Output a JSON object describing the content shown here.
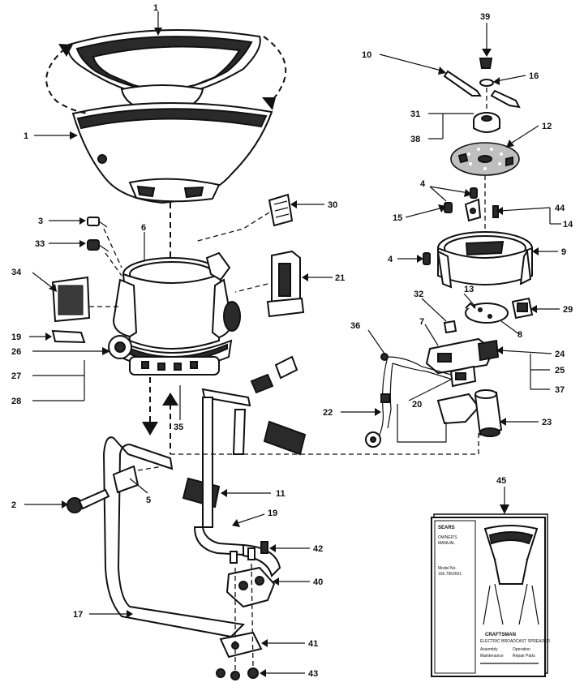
{
  "callouts": [
    {
      "id": "c1a",
      "text": "1"
    },
    {
      "id": "c1b",
      "text": "1"
    },
    {
      "id": "c3",
      "text": "3"
    },
    {
      "id": "c33",
      "text": "33"
    },
    {
      "id": "c34",
      "text": "34"
    },
    {
      "id": "c6",
      "text": "6"
    },
    {
      "id": "c30",
      "text": "30"
    },
    {
      "id": "c21",
      "text": "21"
    },
    {
      "id": "c19a",
      "text": "19"
    },
    {
      "id": "c26",
      "text": "26"
    },
    {
      "id": "c27",
      "text": "27"
    },
    {
      "id": "c28",
      "text": "28"
    },
    {
      "id": "c35",
      "text": "35"
    },
    {
      "id": "c2",
      "text": "2"
    },
    {
      "id": "c5",
      "text": "5"
    },
    {
      "id": "c11",
      "text": "11"
    },
    {
      "id": "c19b",
      "text": "19"
    },
    {
      "id": "c42",
      "text": "42"
    },
    {
      "id": "c40",
      "text": "40"
    },
    {
      "id": "c17",
      "text": "17"
    },
    {
      "id": "c41",
      "text": "41"
    },
    {
      "id": "c43",
      "text": "43"
    },
    {
      "id": "c39",
      "text": "39"
    },
    {
      "id": "c10",
      "text": "10"
    },
    {
      "id": "c16",
      "text": "16"
    },
    {
      "id": "c31",
      "text": "31"
    },
    {
      "id": "c38",
      "text": "38"
    },
    {
      "id": "c12",
      "text": "12"
    },
    {
      "id": "c4a",
      "text": "4"
    },
    {
      "id": "c15",
      "text": "15"
    },
    {
      "id": "c44a",
      "text": "44"
    },
    {
      "id": "c14",
      "text": "14"
    },
    {
      "id": "c4b",
      "text": "4"
    },
    {
      "id": "c9",
      "text": "9"
    },
    {
      "id": "c32",
      "text": "32"
    },
    {
      "id": "c13",
      "text": "13"
    },
    {
      "id": "c29",
      "text": "29"
    },
    {
      "id": "c8",
      "text": "8"
    },
    {
      "id": "c36",
      "text": "36"
    },
    {
      "id": "c7",
      "text": "7"
    },
    {
      "id": "c24",
      "text": "24"
    },
    {
      "id": "c25",
      "text": "25"
    },
    {
      "id": "c37",
      "text": "37"
    },
    {
      "id": "c22",
      "text": "22"
    },
    {
      "id": "c20",
      "text": "20"
    },
    {
      "id": "c23",
      "text": "23"
    },
    {
      "id": "c45",
      "text": "45"
    }
  ],
  "manual": {
    "brand": "SEARS",
    "title_line1": "OWNER'S",
    "title_line2": "MANUAL",
    "model_label": "Model No.",
    "model_value": "166.7962601",
    "product": "CRAFTSMAN",
    "product_sub": "ELECTRIC BROADCAST SPREADER",
    "list": [
      "Assembly",
      "Operation",
      "Maintenance",
      "Repair Parts"
    ]
  }
}
